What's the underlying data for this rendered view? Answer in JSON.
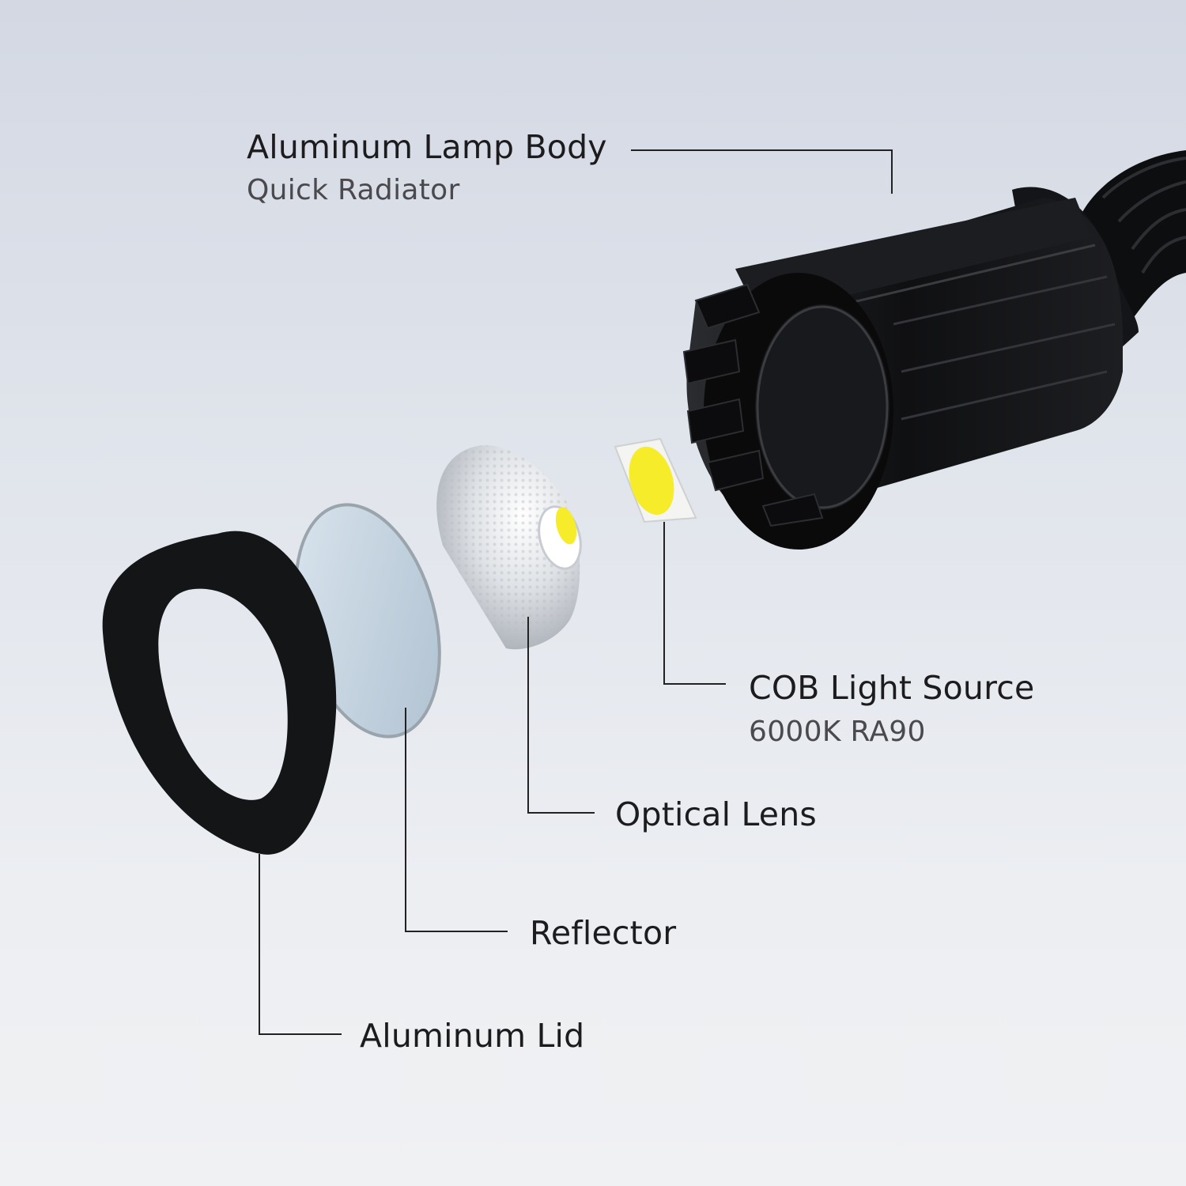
{
  "callouts": {
    "lamp_body": {
      "title": "Aluminum Lamp Body",
      "subtitle": "Quick Radiator"
    },
    "cob": {
      "title": "COB Light Source",
      "subtitle": "6000K RA90"
    },
    "optical_lens": {
      "title": "Optical Lens"
    },
    "reflector": {
      "title": "Reflector"
    },
    "lid": {
      "title": "Aluminum Lid"
    }
  },
  "colors": {
    "body_black": "#111214",
    "led_yellow": "#f7ec2a",
    "lens_blue": "#b9cad8",
    "reflector_silver": "#d8dbe0",
    "leader_line": "#222222"
  }
}
